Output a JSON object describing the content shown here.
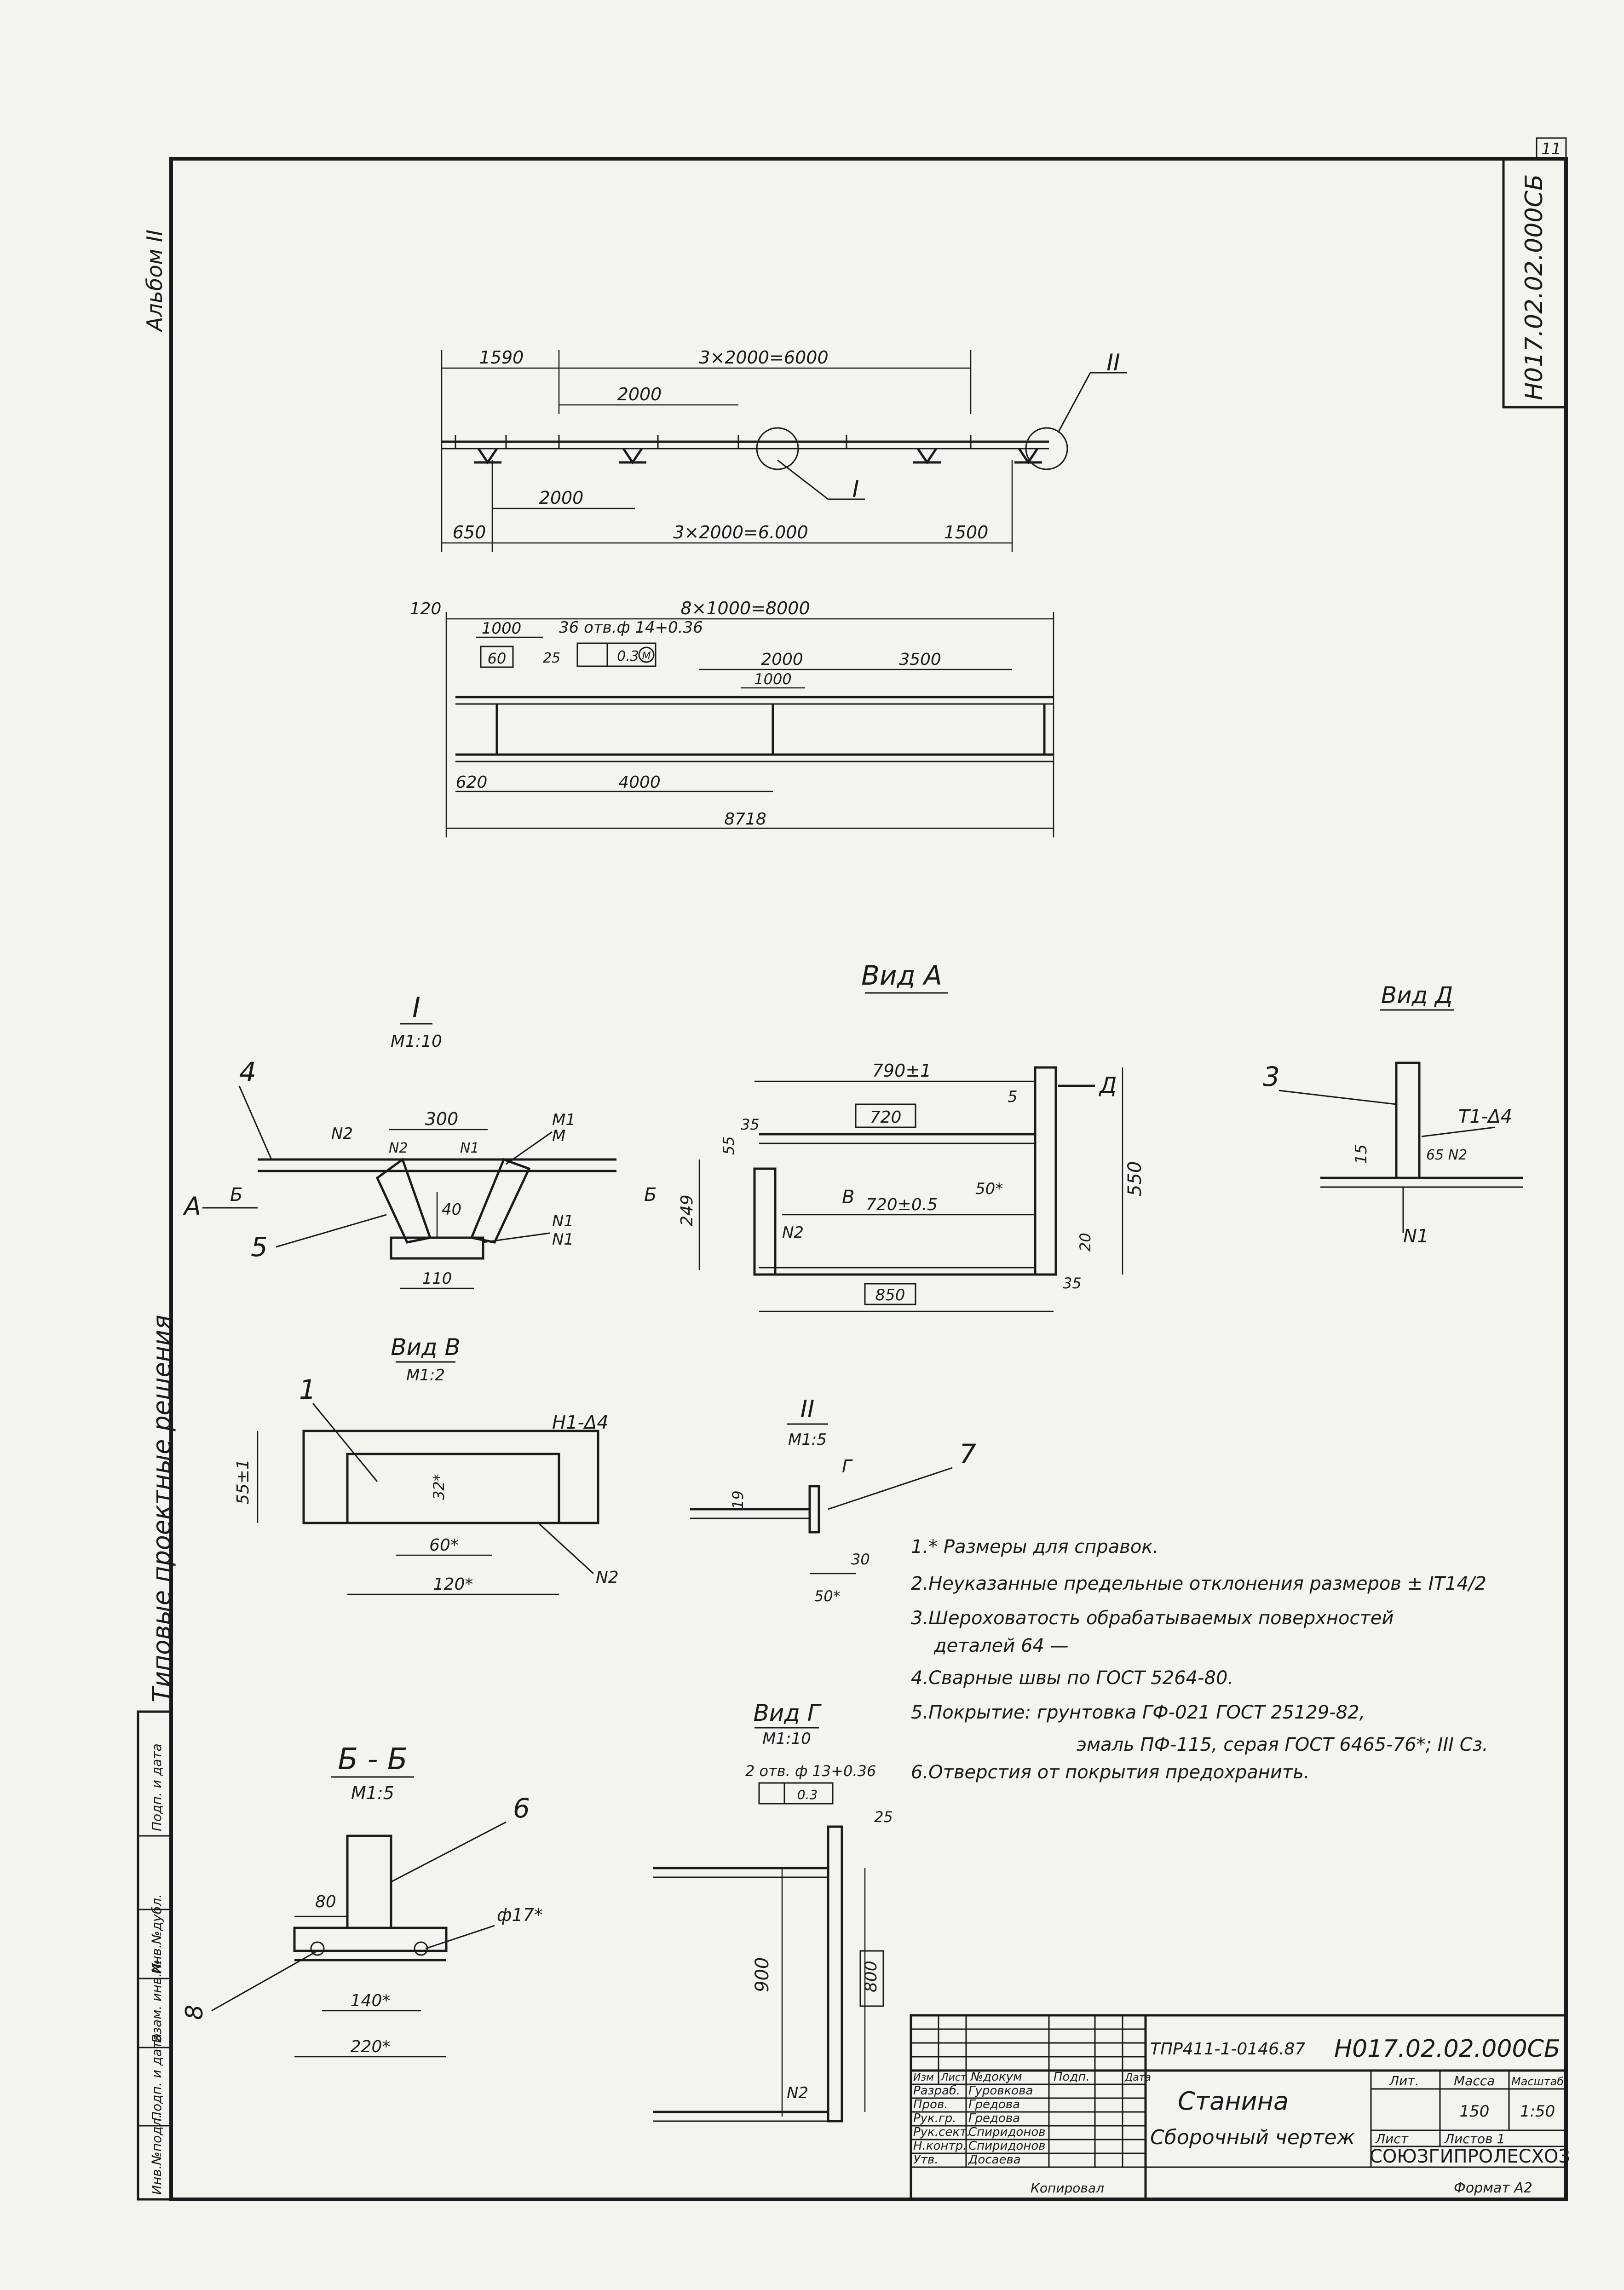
{
  "page_number": "11",
  "sheet_code": "Н017.02.02.000СБ",
  "album_label": "Альбом II",
  "side_label": "Типовые проектные решения",
  "plan": {
    "dims_top": [
      "1590",
      "3×2000=6000",
      "2000"
    ],
    "dims_bottom": [
      "2000",
      "650",
      "3×2000=6.000",
      "1500"
    ],
    "callouts": [
      "I",
      "II"
    ]
  },
  "elevation": {
    "dims": [
      "120",
      "8×1000=8000",
      "1000",
      "60",
      "36 отв.ф 14+0.36",
      "25",
      "0.3",
      "М",
      "2000",
      "3500",
      "1000",
      "620",
      "4000",
      "8718"
    ]
  },
  "view_I": {
    "title": "I",
    "scale": "М1:10",
    "labels": [
      "4",
      "5",
      "N2",
      "N2",
      "N1",
      "300",
      "М1",
      "М",
      "А",
      "Б",
      "Б",
      "40",
      "N1",
      "N1",
      "110"
    ]
  },
  "view_A": {
    "title": "Вид А",
    "labels": [
      "790±1",
      "5",
      "Д",
      "720",
      "35",
      "55",
      "В",
      "50*",
      "249",
      "720±0.5",
      "N2",
      "550",
      "20",
      "850",
      "35"
    ]
  },
  "view_D": {
    "title": "Вид Д",
    "labels": [
      "3",
      "15",
      "Т1-Δ4",
      "65 N2",
      "N1"
    ]
  },
  "view_V": {
    "title": "Вид В",
    "scale": "М1:2",
    "labels": [
      "1",
      "Н1-Δ4",
      "55±1",
      "32*",
      "60*",
      "120*",
      "N2"
    ]
  },
  "view_II": {
    "title": "II",
    "scale": "М1:5",
    "labels": [
      "7",
      "Г",
      "19",
      "30",
      "50*"
    ]
  },
  "notes": [
    "1.* Размеры для справок.",
    "2.Неуказанные предельные отклонения размеров ± IT14/2",
    "3.Шероховатость обрабатываемых поверхностей",
    "деталей 64 —",
    "4.Сварные швы по ГОСТ 5264-80.",
    "5.Покрытие: грунтовка ГФ-021 ГОСТ 25129-82,",
    "эмаль ПФ-115, серая ГОСТ 6465-76*; III Сз.",
    "6.Отверстия от покрытия предохранить."
  ],
  "view_G": {
    "title": "Вид Г",
    "scale": "М1:10",
    "labels": [
      "2 отв. ф 13+0.36",
      "0.3",
      "25",
      "900",
      "800",
      "N2"
    ]
  },
  "section_BB": {
    "title": "Б - Б",
    "scale": "М1:5",
    "labels": [
      "6",
      "80",
      "ф17*",
      "140*",
      "220*",
      "8"
    ]
  },
  "left_stamp": [
    "Инв.№подл.",
    "Подп. и дата",
    "Взам. инв.№",
    "Инв.№дубл.",
    "Подп. и дата"
  ],
  "title_block": {
    "project": "ТПР411-1-0146.87",
    "code": "Н017.02.02.000СБ",
    "name": "Станина",
    "doc_type": "Сборочный чертеж",
    "headers": [
      "Изм",
      "Лист",
      "№докум",
      "Подп.",
      "Дата"
    ],
    "roles": [
      "Разраб.",
      "Пров.",
      "Рук.гр.",
      "Рук.сект.",
      "Н.контр.",
      "Утв."
    ],
    "persons": [
      "Гуровкова",
      "Гредова",
      "Гредова",
      "Спиридонов",
      "Спиридонов",
      "Досаева"
    ],
    "col_lit": "Лит.",
    "col_mass": "Масса",
    "col_scale": "Масштаб",
    "mass": "150",
    "scale": "1:50",
    "sheet": "Лист",
    "sheets": "Листов 1",
    "org": "СОЮЗГИПРОЛЕСХОЗ",
    "copied": "Копировал",
    "format": "Формат А2"
  }
}
